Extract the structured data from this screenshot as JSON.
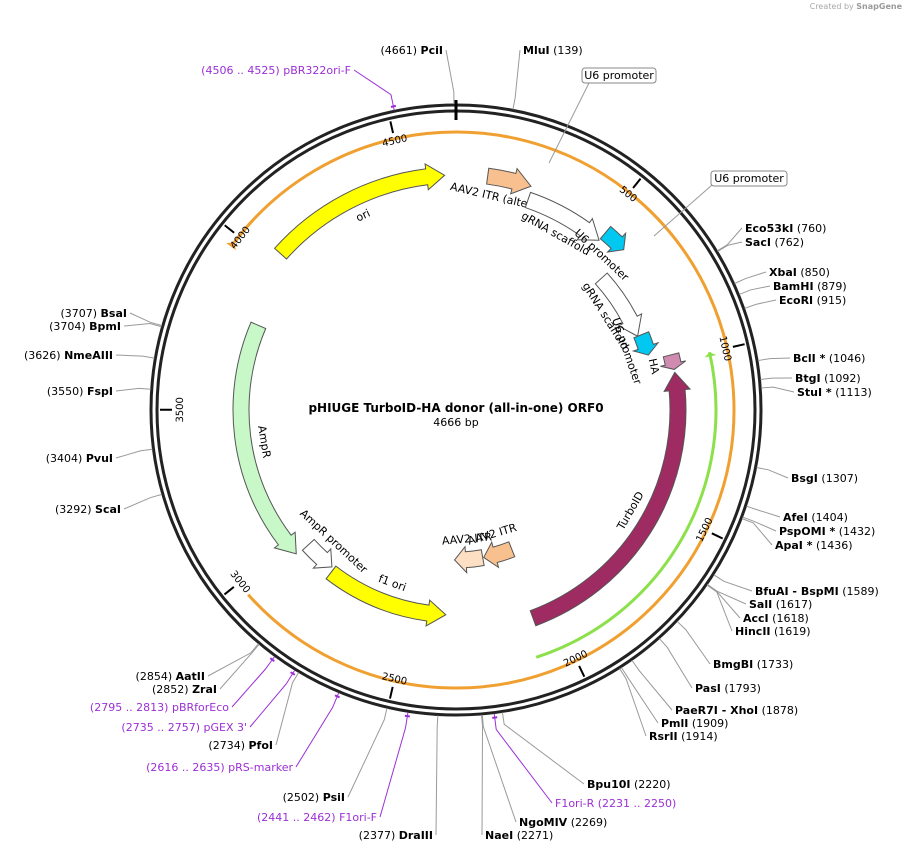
{
  "credit": {
    "prefix": "Created by",
    "brand": "SnapGene"
  },
  "title": {
    "name": "pHIUGE TurboID-HA donor (all-in-one) ORF0",
    "length": "4666 bp"
  },
  "total_bp": 4666,
  "ticks": [
    500,
    1000,
    1500,
    2000,
    2500,
    3000,
    3500,
    4000,
    4500
  ],
  "enzymes": [
    {
      "name": "MluI",
      "pos": "139"
    },
    {
      "name": "Eco53kI",
      "pos": "760"
    },
    {
      "name": "SacI",
      "pos": "762"
    },
    {
      "name": "XbaI",
      "pos": "850"
    },
    {
      "name": "BamHI",
      "pos": "879"
    },
    {
      "name": "EcoRI",
      "pos": "915"
    },
    {
      "name": "BclI *",
      "pos": "1046"
    },
    {
      "name": "BtgI",
      "pos": "1092"
    },
    {
      "name": "StuI *",
      "pos": "1113"
    },
    {
      "name": "BsgI",
      "pos": "1307"
    },
    {
      "name": "AfeI",
      "pos": "1404"
    },
    {
      "name": "PspOMI *",
      "pos": "1432"
    },
    {
      "name": "ApaI *",
      "pos": "1436"
    },
    {
      "name": "BfuAI - BspMI",
      "pos": "1589"
    },
    {
      "name": "SalI",
      "pos": "1617"
    },
    {
      "name": "AccI",
      "pos": "1618"
    },
    {
      "name": "HincII",
      "pos": "1619"
    },
    {
      "name": "BmgBI",
      "pos": "1733"
    },
    {
      "name": "PasI",
      "pos": "1793"
    },
    {
      "name": "PaeR7I - XhoI",
      "pos": "1878"
    },
    {
      "name": "PmlI",
      "pos": "1909"
    },
    {
      "name": "RsrII",
      "pos": "1914"
    },
    {
      "name": "Bpu10I",
      "pos": "2220"
    },
    {
      "name": "NgoMIV",
      "pos": "2269"
    },
    {
      "name": "NaeI",
      "pos": "2271"
    },
    {
      "name": "DraIII",
      "pos": "2377"
    },
    {
      "name": "PsiI",
      "pos": "2502"
    },
    {
      "name": "PfoI",
      "pos": "2734"
    },
    {
      "name": "ZraI",
      "pos": "2852"
    },
    {
      "name": "AatII",
      "pos": "2854"
    },
    {
      "name": "ScaI",
      "pos": "3292"
    },
    {
      "name": "PvuI",
      "pos": "3404"
    },
    {
      "name": "FspI",
      "pos": "3550"
    },
    {
      "name": "NmeAIII",
      "pos": "3626"
    },
    {
      "name": "BpmI",
      "pos": "3704"
    },
    {
      "name": "BsaI",
      "pos": "3707"
    },
    {
      "name": "PciI",
      "pos": "4661"
    }
  ],
  "primers": [
    {
      "name": "F1ori-R",
      "range": "(2231 .. 2250)"
    },
    {
      "name": "F1ori-F",
      "range": "(2441 .. 2462)"
    },
    {
      "name": "pRS-marker",
      "range": "(2616 .. 2635)"
    },
    {
      "name": "pGEX 3'",
      "range": "(2735 .. 2757)"
    },
    {
      "name": "pBRforEco",
      "range": "(2795 .. 2813)"
    },
    {
      "name": "pBR322ori-F",
      "range": "(4506 .. 4525)"
    }
  ],
  "features": [
    {
      "label": "AAV2 ITR (alternate)",
      "color": "#f9c08f",
      "start": 100,
      "end": 240
    },
    {
      "label": "gRNA scaffold",
      "color": "#ffffff",
      "start": 245,
      "end": 520
    },
    {
      "label": "U6 promoter",
      "color": "#00c8f0",
      "start": 520,
      "end": 600
    },
    {
      "label": "gRNA scaffold",
      "color": "#ffffff",
      "start": 620,
      "end": 880
    },
    {
      "label": "U6 promoter",
      "color": "#00c8f0",
      "start": 880,
      "end": 960
    },
    {
      "label": "HA",
      "color": "#d08bb0",
      "start": 980,
      "end": 1030
    },
    {
      "label": "TurboID",
      "color": "#9e2b61",
      "start": 1040,
      "end": 2070
    },
    {
      "label": "AAV2 ITR",
      "color": "#f9c08f",
      "start": 2050,
      "end": 2195
    },
    {
      "label": "AAV2 ITR",
      "color": "#fddfc3",
      "start": 2200,
      "end": 2340
    },
    {
      "label": "f1 ori",
      "color": "#ffff00",
      "start": 2370,
      "end": 2820
    },
    {
      "label": "AmpR promoter",
      "color": "#ffffff",
      "start": 2830,
      "end": 2950
    },
    {
      "label": "AmpR",
      "color": "#c8f8c8",
      "start": 2955,
      "end": 3800
    },
    {
      "label": "ori",
      "color": "#ffff00",
      "start": 4040,
      "end": 4630
    }
  ],
  "callouts": [
    {
      "label": "U6 promoter"
    },
    {
      "label": "U6 promoter"
    }
  ],
  "orfs": [
    {
      "color": "#8ce04a"
    },
    {
      "color": "#f0a030"
    }
  ]
}
